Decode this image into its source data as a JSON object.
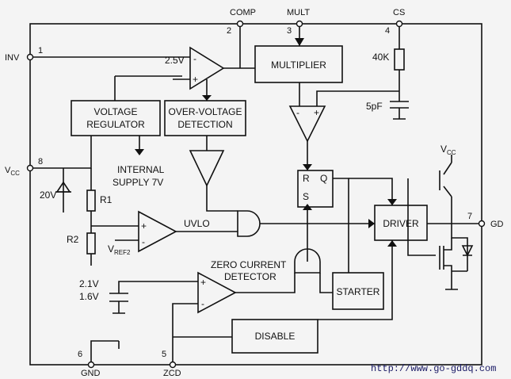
{
  "pins": {
    "comp": {
      "name": "COMP",
      "num": "2"
    },
    "mult": {
      "name": "MULT",
      "num": "3"
    },
    "cs": {
      "name": "CS",
      "num": "4"
    },
    "inv": {
      "name": "INV",
      "num": "1"
    },
    "vcc": {
      "name": "V",
      "sub": "CC",
      "num": "8"
    },
    "gd": {
      "name": "GD",
      "num": "7"
    },
    "gnd": {
      "name": "GND",
      "num": "6"
    },
    "zcd": {
      "name": "ZCD",
      "num": "5"
    }
  },
  "blocks": {
    "multiplier": "MULTIPLIER",
    "voltage_regulator": [
      "VOLTAGE",
      "REGULATOR"
    ],
    "over_voltage": [
      "OVER-VOLTAGE",
      "DETECTION"
    ],
    "driver": "DRIVER",
    "starter": "STARTER",
    "disable": "DISABLE"
  },
  "labels": {
    "ref_2v5": "2.5V",
    "r_40k": "40K",
    "c_5pf": "5pF",
    "internal_supply": [
      "INTERNAL",
      "SUPPLY 7V"
    ],
    "zener_20v": "20V",
    "r1": "R1",
    "r2": "R2",
    "uvlo": "UVLO",
    "vref2": "V",
    "vref2_sub": "REF2",
    "zcd_title": [
      "ZERO CURRENT",
      "DETECTOR"
    ],
    "zcd_levels": [
      "2.1V",
      "1.6V"
    ],
    "vcc_top": "V",
    "vcc_top_sub": "CC",
    "ff_r": "R",
    "ff_s": "S",
    "ff_q": "Q",
    "plus": "+",
    "minus": "-"
  },
  "footer": {
    "url": "http://www.go-gddq.com"
  }
}
